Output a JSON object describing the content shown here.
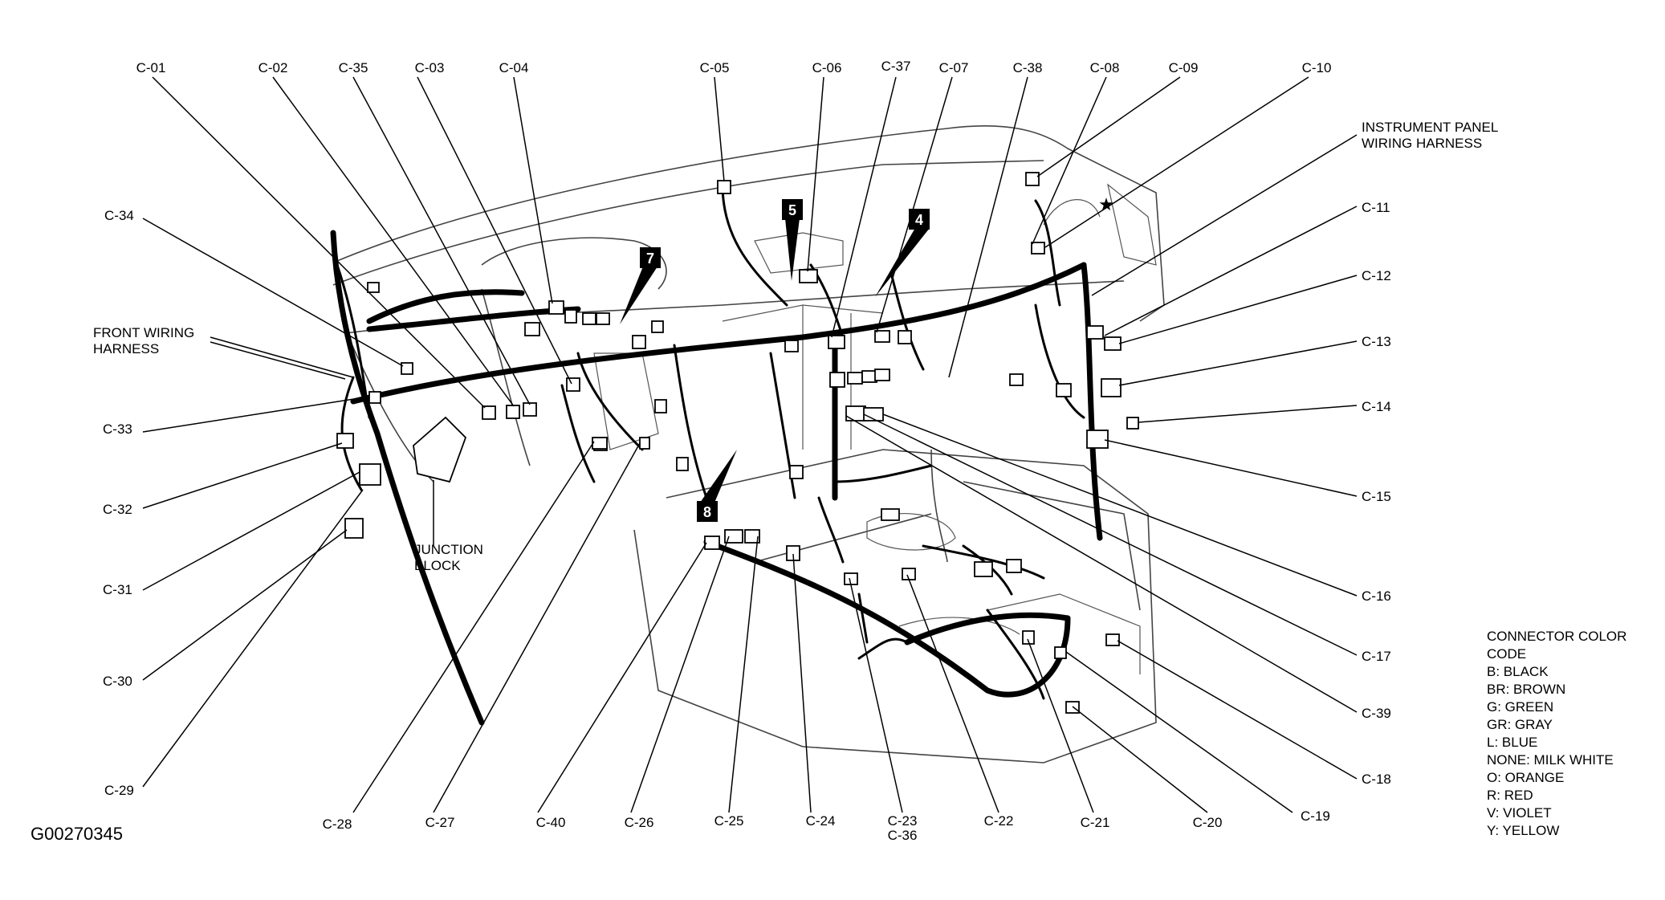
{
  "figure_id": "G00270345",
  "callouts": {
    "top": [
      "C-01",
      "C-02",
      "C-35",
      "C-03",
      "C-04",
      "C-05",
      "C-06",
      "C-37",
      "C-07",
      "C-38",
      "C-08",
      "C-09",
      "C-10"
    ],
    "left": [
      "C-34",
      "C-33",
      "C-32",
      "C-31",
      "C-30",
      "C-29"
    ],
    "right": [
      "C-11",
      "C-12",
      "C-13",
      "C-14",
      "C-15",
      "C-16",
      "C-17",
      "C-39",
      "C-18",
      "C-19"
    ],
    "bottom": [
      "C-28",
      "C-27",
      "C-40",
      "C-26",
      "C-25",
      "C-24",
      "C-23",
      "C-36",
      "C-22",
      "C-21",
      "C-20"
    ]
  },
  "labels": {
    "front_harness_1": "FRONT WIRING",
    "front_harness_2": "HARNESS",
    "ip_harness_1": "INSTRUMENT PANEL",
    "ip_harness_2": "WIRING HARNESS",
    "junction_1": "JUNCTION",
    "junction_2": "BLOCK"
  },
  "markers": [
    "5",
    "4",
    "7",
    "8"
  ],
  "star": "★",
  "legend": {
    "title_1": "CONNECTOR COLOR",
    "title_2": "CODE",
    "items": [
      "B: BLACK",
      "BR: BROWN",
      "G: GREEN",
      "GR: GRAY",
      "L: BLUE",
      "NONE: MILK WHITE",
      "O: ORANGE",
      "R: RED",
      "V: VIOLET",
      "Y: YELLOW"
    ]
  }
}
